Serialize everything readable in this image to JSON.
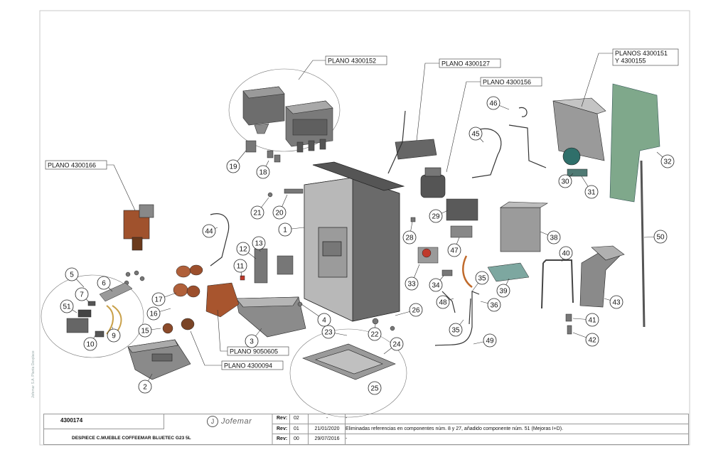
{
  "drawing": {
    "plan_refs": {
      "p152": "PLANO 4300152",
      "p127": "PLANO 4300127",
      "p156": "PLANO 4300156",
      "p151": "PLANOS 4300151",
      "p151b": "Y 4300155",
      "p166": "PLANO 4300166",
      "p605": "PLANO 9050605",
      "p094": "PLANO 4300094"
    },
    "side_note": "Jofemar S.A. Planta Desplace"
  },
  "title_block": {
    "part_code": "4300174",
    "description": "DESPIECE C.MUEBLE COFFEEMAR BLUETEC G23 5L",
    "logo_text": "Jofemar",
    "revisions": [
      {
        "label": "Rev:",
        "num": "02",
        "date": "-",
        "text": "-"
      },
      {
        "label": "Rev:",
        "num": "01",
        "date": "21/01/2020",
        "text": "Eliminadas referencias en componentes núm. 8 y 27, añadido componente núm. 51 (Mejoras I+D)."
      },
      {
        "label": "Rev:",
        "num": "00",
        "date": "29/07/2016",
        "text": "-"
      }
    ]
  },
  "callouts": [
    "1",
    "2",
    "3",
    "4",
    "5",
    "6",
    "7",
    "9",
    "10",
    "11",
    "12",
    "13",
    "15",
    "16",
    "17",
    "18",
    "19",
    "20",
    "21",
    "22",
    "23",
    "24",
    "25",
    "26",
    "28",
    "29",
    "30",
    "31",
    "32",
    "33",
    "34",
    "35",
    "35",
    "36",
    "38",
    "39",
    "40",
    "41",
    "42",
    "43",
    "44",
    "45",
    "46",
    "47",
    "48",
    "49",
    "50",
    "51"
  ]
}
